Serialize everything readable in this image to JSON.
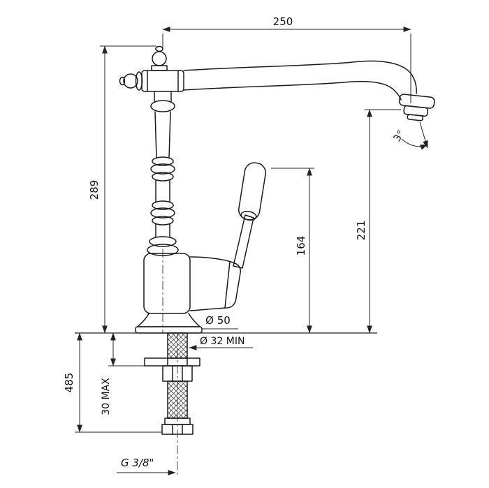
{
  "drawing": {
    "ink_color": "#1a1a1a",
    "background_color": "#ffffff",
    "labels": {
      "spout_reach": "250",
      "total_height": "289",
      "handle_height": "164",
      "outlet_height": "221",
      "base_diameter": "Ø 50",
      "hole_diameter_min": "Ø 32 MIN",
      "under_counter_length": "485",
      "deck_thickness_max": "30 MAX",
      "connection_thread": "G 3/8\"",
      "outlet_angle": "3°"
    }
  }
}
